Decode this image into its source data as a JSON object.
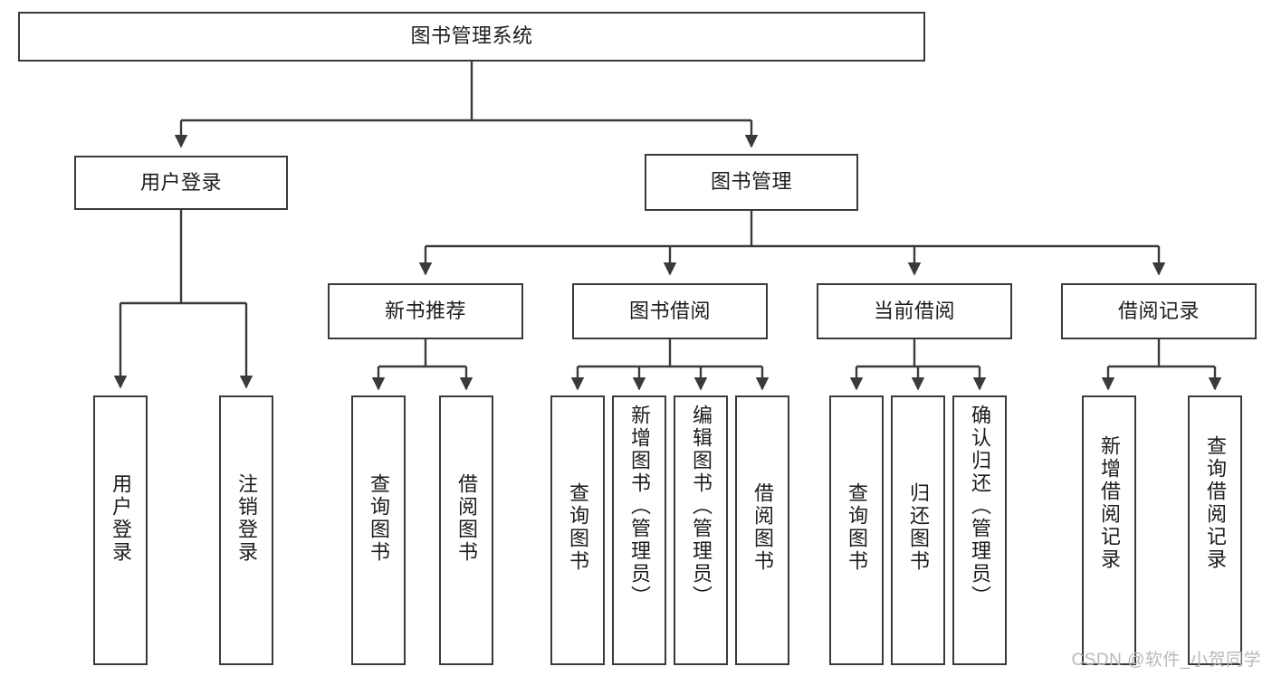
{
  "diagram": {
    "title": "图书管理系统",
    "type": "hierarchy-tree",
    "root": {
      "id": "root",
      "label": "图书管理系统"
    },
    "level1": [
      {
        "id": "user-login",
        "label": "用户登录"
      },
      {
        "id": "book-manage",
        "label": "图书管理"
      }
    ],
    "level2": [
      {
        "id": "new-book-recommend",
        "label": "新书推荐",
        "parent": "book-manage"
      },
      {
        "id": "book-borrow",
        "label": "图书借阅",
        "parent": "book-manage"
      },
      {
        "id": "current-borrow",
        "label": "当前借阅",
        "parent": "book-manage"
      },
      {
        "id": "borrow-record",
        "label": "借阅记录",
        "parent": "book-manage"
      }
    ],
    "leaves": {
      "user_login": [
        {
          "id": "leaf-user-login",
          "label": "用户登录"
        },
        {
          "id": "leaf-logout-login",
          "label": "注销登录"
        }
      ],
      "new_book_recommend": [
        {
          "id": "leaf-query-book-1",
          "label": "查询图书"
        },
        {
          "id": "leaf-borrow-book-1",
          "label": "借阅图书"
        }
      ],
      "book_borrow": [
        {
          "id": "leaf-query-book-2",
          "label": "查询图书"
        },
        {
          "id": "leaf-add-book",
          "label": "新增图书（管理员）"
        },
        {
          "id": "leaf-edit-book",
          "label": "编辑图书（管理员）"
        },
        {
          "id": "leaf-borrow-book-2",
          "label": "借阅图书"
        }
      ],
      "current_borrow": [
        {
          "id": "leaf-query-book-3",
          "label": "查询图书"
        },
        {
          "id": "leaf-return-book",
          "label": "归还图书"
        },
        {
          "id": "leaf-confirm-return",
          "label": "确认归还（管理员）"
        }
      ],
      "borrow_record": [
        {
          "id": "leaf-add-record",
          "label": "新增借阅记录"
        },
        {
          "id": "leaf-query-record",
          "label": "查询借阅记录"
        }
      ]
    }
  },
  "watermark": {
    "text": "CSDN @软件_小贺同学"
  },
  "colors": {
    "box_border": "#3a3a3a",
    "box_fill": "#ffffff",
    "text": "#1c1c1c",
    "edge": "#3a3a3a",
    "watermark": "#b9b9b9",
    "background": "#ffffff"
  }
}
